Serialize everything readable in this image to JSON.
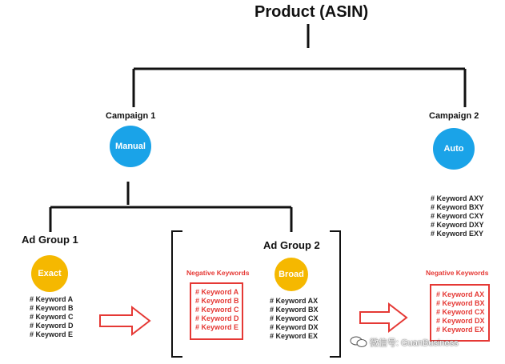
{
  "title": "Product (ASIN)",
  "campaign1": {
    "label": "Campaign 1",
    "type": "Manual"
  },
  "campaign2": {
    "label": "Campaign 2",
    "type": "Auto",
    "keywords": [
      "# Keyword AXY",
      "# Keyword BXY",
      "# Keyword CXY",
      "# Keyword DXY",
      "# Keyword EXY"
    ],
    "negative_title": "Negative Keywords",
    "negative_keywords": [
      "# Keyword AX",
      "# Keyword BX",
      "# Keyword CX",
      "# Keyword DX",
      "# Keyword EX"
    ]
  },
  "adgroup1": {
    "label": "Ad Group 1",
    "match": "Exact",
    "keywords": [
      "# Keyword A",
      "# Keyword B",
      "# Keyword C",
      "# Keyword D",
      "# Keyword E"
    ]
  },
  "adgroup2": {
    "label": "Ad Group 2",
    "match": "Broad",
    "keywords": [
      "# Keyword AX",
      "# Keyword BX",
      "# Keyword CX",
      "# Keyword DX",
      "# Keyword EX"
    ],
    "negative_title": "Negative Keywords",
    "negative_keywords": [
      "# Keyword A",
      "# Keyword B",
      "# Keyword C",
      "# Keyword D",
      "# Keyword E"
    ]
  },
  "watermark": "微信号: GuanBusiness",
  "colors": {
    "blue": "#1aa3e8",
    "yellow": "#f5b800",
    "red": "#e53935",
    "line": "#111111"
  }
}
